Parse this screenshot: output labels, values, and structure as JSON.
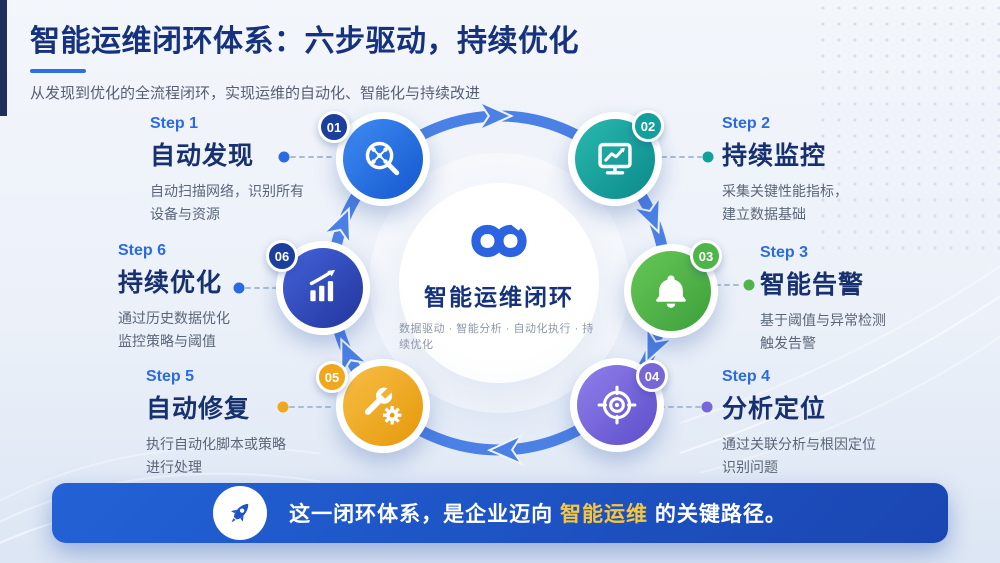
{
  "header": {
    "title": "智能运维闭环体系：六步驱动，持续优化",
    "subtitle": "从发现到优化的全流程闭环，实现运维的自动化、智能化与持续改进"
  },
  "center": {
    "title": "智能运维闭环",
    "tagline": "数据驱动 · 智能分析 · 自动化执行 · 持续优化",
    "logo_color": "#2B63E0"
  },
  "ring_color": "#4B80E5",
  "steps": [
    {
      "num": "01",
      "label": "Step 1",
      "name": "自动发现",
      "desc_line1": "自动扫描网络，识别所有",
      "desc_line2": "设备与资源",
      "icon": "magnifier-network-icon",
      "color_from": "#3F8CF3",
      "color_to": "#1457CE",
      "badge_color": "#1C3E9C",
      "dot_color": "#2B6BE0"
    },
    {
      "num": "02",
      "label": "Step 2",
      "name": "持续监控",
      "desc_line1": "采集关键性能指标，",
      "desc_line2": "建立数据基础",
      "icon": "monitor-chart-icon",
      "color_from": "#2AB9B0",
      "color_to": "#0B8A8A",
      "badge_color": "#12A09D",
      "dot_color": "#12A09D"
    },
    {
      "num": "03",
      "label": "Step 3",
      "name": "智能告警",
      "desc_line1": "基于阈值与异常检测",
      "desc_line2": "触发告警",
      "icon": "bell-icon",
      "color_from": "#67C857",
      "color_to": "#3C9F3A",
      "badge_color": "#4FB44A",
      "dot_color": "#4FB44A"
    },
    {
      "num": "04",
      "label": "Step 4",
      "name": "分析定位",
      "desc_line1": "通过关联分析与根因定位",
      "desc_line2": "识别问题",
      "icon": "target-icon",
      "color_from": "#9080EA",
      "color_to": "#5D4DCB",
      "badge_color": "#7667D8",
      "dot_color": "#7667D8"
    },
    {
      "num": "05",
      "label": "Step 5",
      "name": "自动修复",
      "desc_line1": "执行自动化脚本或策略",
      "desc_line2": "进行处理",
      "icon": "wrench-gear-icon",
      "color_from": "#F8BE45",
      "color_to": "#E5980A",
      "badge_color": "#F0A71D",
      "dot_color": "#F0A71D"
    },
    {
      "num": "06",
      "label": "Step 6",
      "name": "持续优化",
      "desc_line1": "通过历史数据优化",
      "desc_line2": "监控策略与阈值",
      "icon": "bar-chart-arrow-icon",
      "color_from": "#4463DA",
      "color_to": "#22359B",
      "badge_color": "#1C3E9C",
      "dot_color": "#2B6BE0"
    }
  ],
  "banner": {
    "prefix": "这一闭环体系，是企业迈向 ",
    "highlight": "智能运维",
    "suffix": " 的关键路径。",
    "highlight_color": "#F5C63F",
    "icon": "rocket-icon"
  }
}
